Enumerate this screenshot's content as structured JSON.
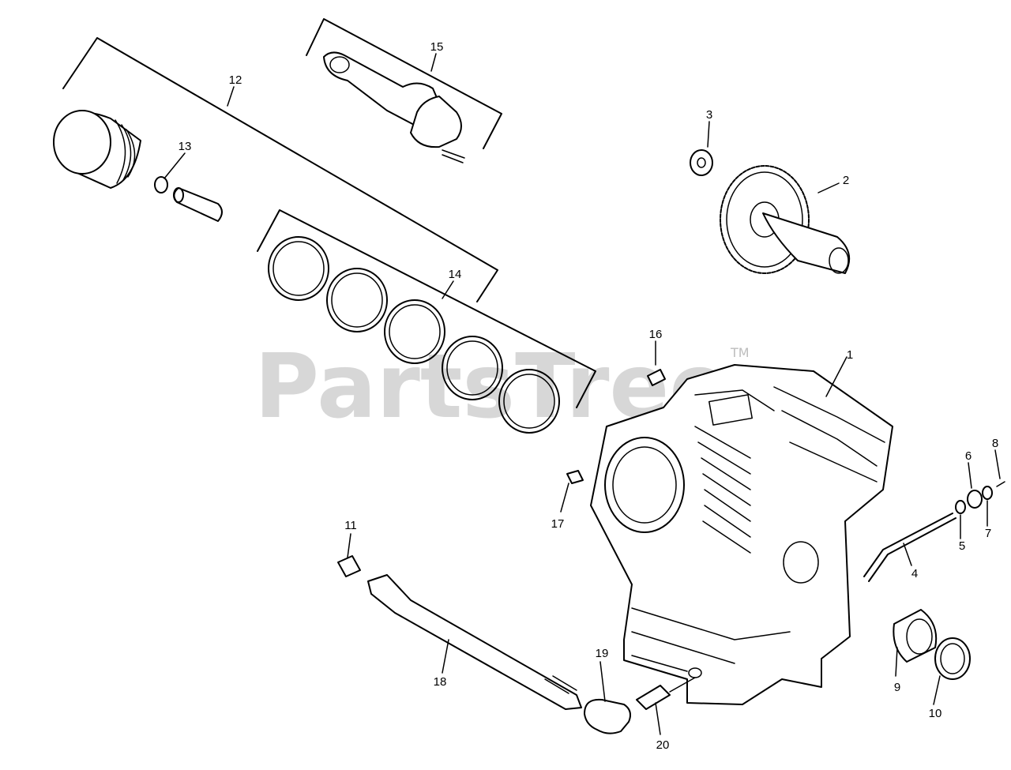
{
  "watermark": {
    "text": "PartsTree",
    "tm": "TM"
  },
  "callouts": {
    "c1": "1",
    "c2": "2",
    "c3": "3",
    "c4": "4",
    "c5": "5",
    "c6": "6",
    "c7": "7",
    "c8": "8",
    "c9": "9",
    "c10": "10",
    "c11": "11",
    "c12": "12",
    "c13": "13",
    "c14": "14",
    "c15": "15",
    "c16": "16",
    "c17": "17",
    "c18": "18",
    "c19": "19",
    "c20": "20"
  }
}
